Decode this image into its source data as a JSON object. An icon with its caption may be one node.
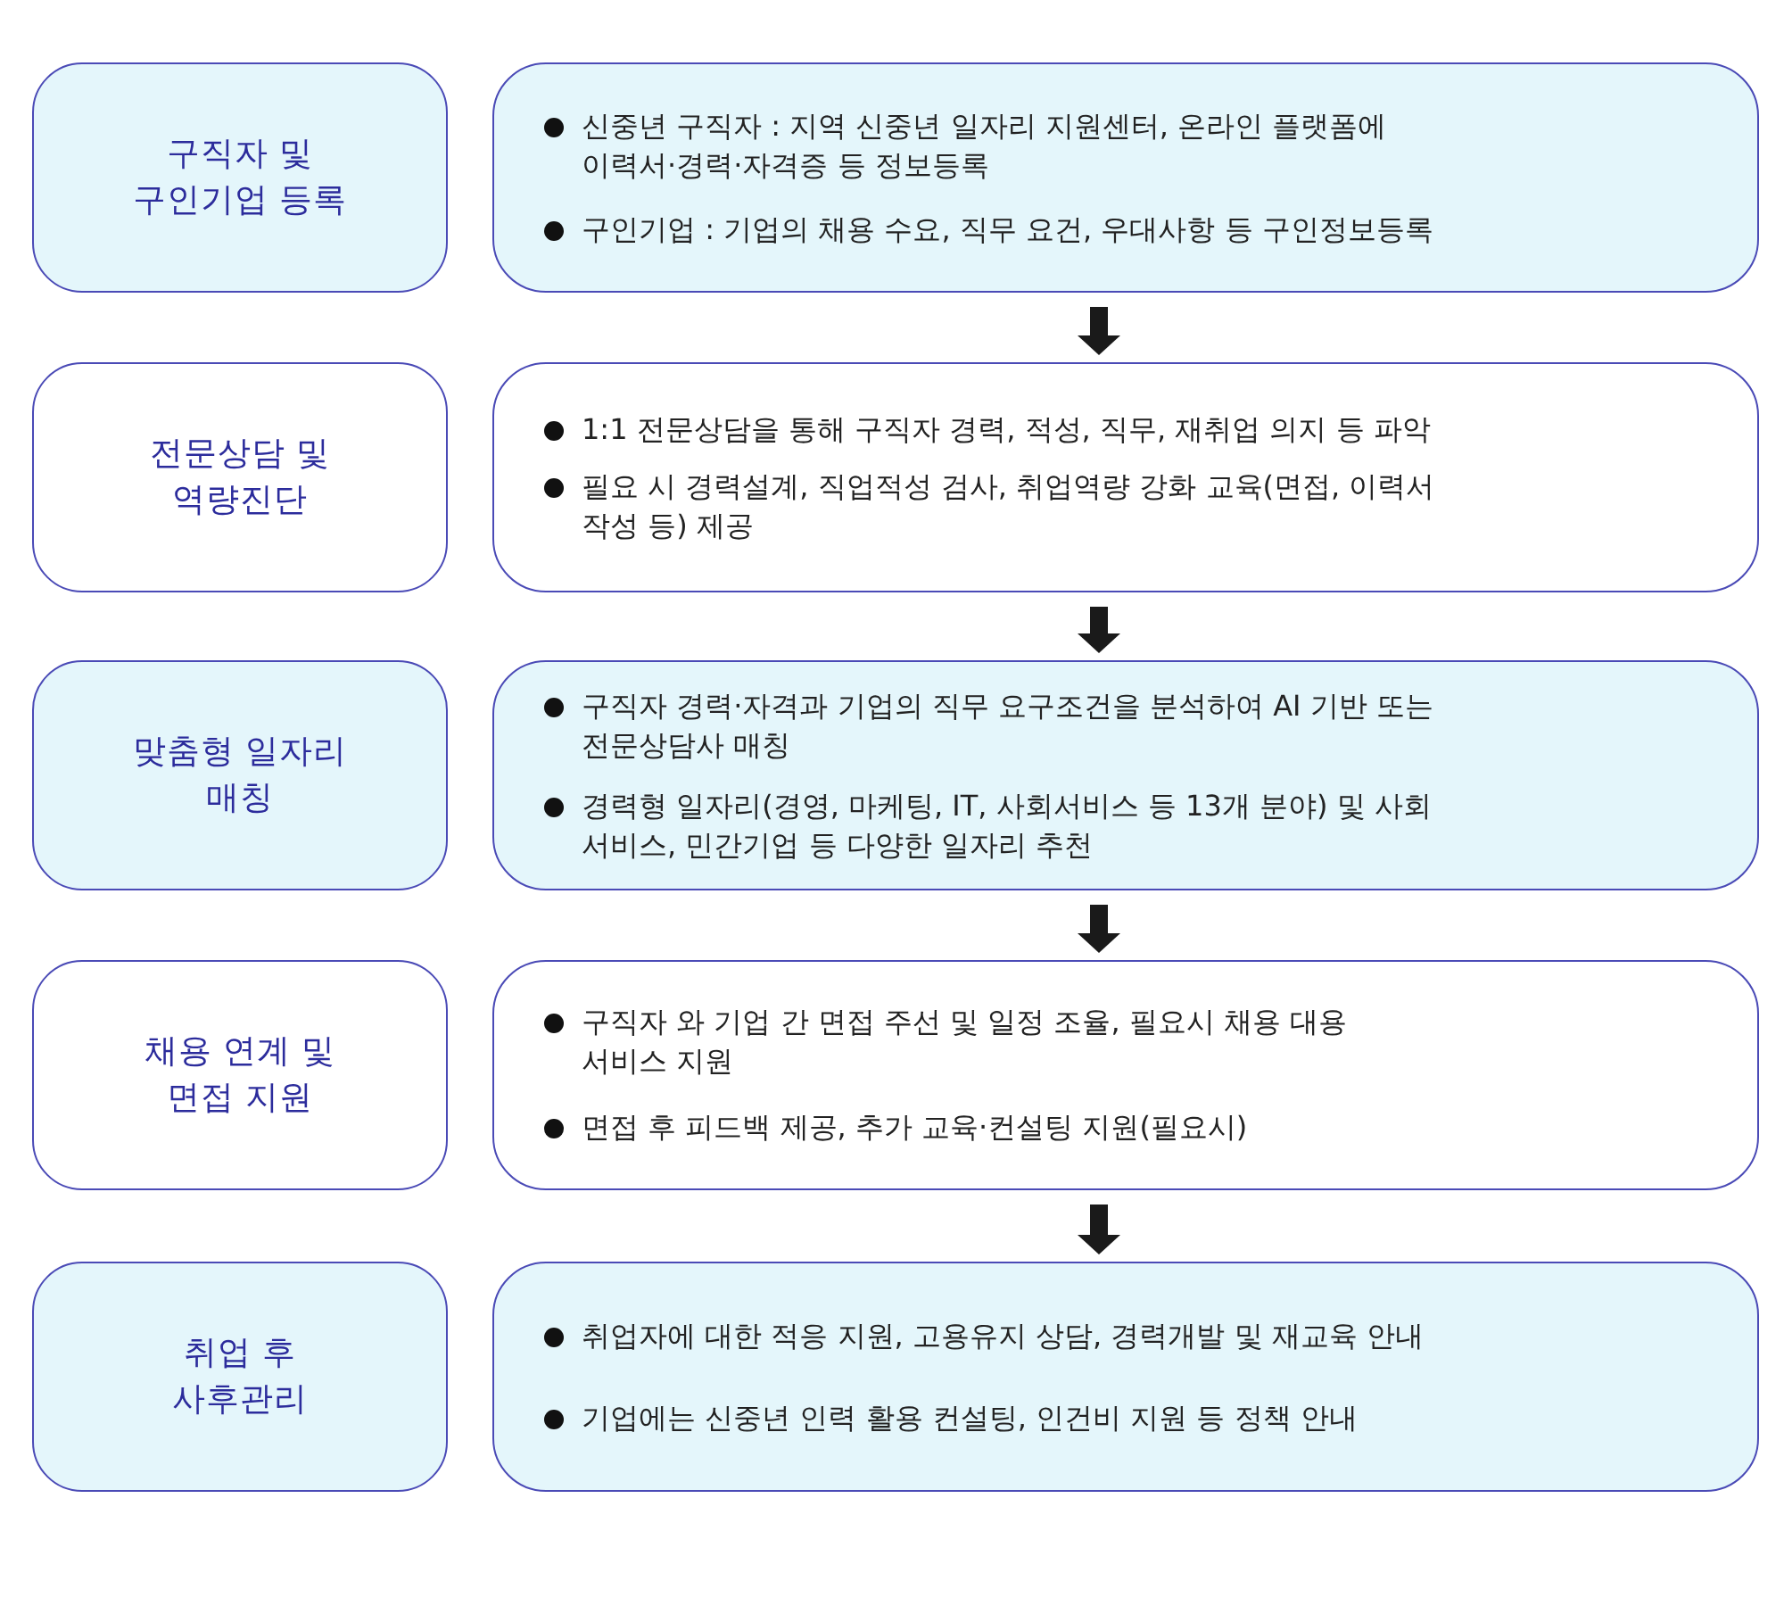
{
  "diagram": {
    "nodes": [
      {
        "text": [
          "구직자 및 구인기업 등록"
        ]
      },
      {
        "text": [
          "신중년 구직자 : 지역 신중년 일자리 지원센터, 온라인 플랫폼에 이력서·경력·자격증 등 정보등록",
          "구인기업 : 기업의 채용 수요, 직무 요건, 우대사항 등 구인정보등록"
        ]
      },
      {
        "text": [
          "전문상담 및 역량진단"
        ]
      },
      {
        "text": [
          "1:1 전문상담을 통해 구직자 경력, 적성, 직무, 재취업 의지 등 파악",
          "필요 시 경력설계, 직업적성 검사, 취업역량 강화 교육(면접, 이력서 작성 등) 제공"
        ]
      },
      {
        "text": [
          "맞춤형 일자리 매칭"
        ]
      },
      {
        "text": [
          "구직자 경력·자격과 기업의 직무 요구조건을 분석하여 AI 기반 또는 전문상담사 매칭",
          "경력형 일자리(경영, 마케팅, IT, 사회서비스 등 13개 분야) 및 사회 서비스, 민간기업 등 다양한 일자리 추천"
        ]
      },
      {
        "text": [
          "채용 연계 및 면접 지원"
        ]
      },
      {
        "text": [
          "구직자 와 기업 간 면접 주선 및 일정 조율, 필요시 채용 대용 서비스 지원",
          "면접 후 피드백 제공, 추가 교육·컨설팅 지원(필요시)"
        ]
      },
      {
        "text": [
          "취업 후 사후관리"
        ]
      },
      {
        "text": [
          "취업자에 대한 적응 지원, 고용유지 상담, 경력개발 및 재교육 안내",
          "기업에는 신중년 인력 활용 컨설팅, 인건비 지원 등 정책 안내"
        ]
      }
    ],
    "edges": [
      {
        "from": 1,
        "to": 3,
        "arrow": "to"
      },
      {
        "from": 3,
        "to": 5,
        "arrow": "to"
      },
      {
        "from": 5,
        "to": 7,
        "arrow": "to"
      },
      {
        "from": 7,
        "to": 9,
        "arrow": "to"
      }
    ]
  }
}
